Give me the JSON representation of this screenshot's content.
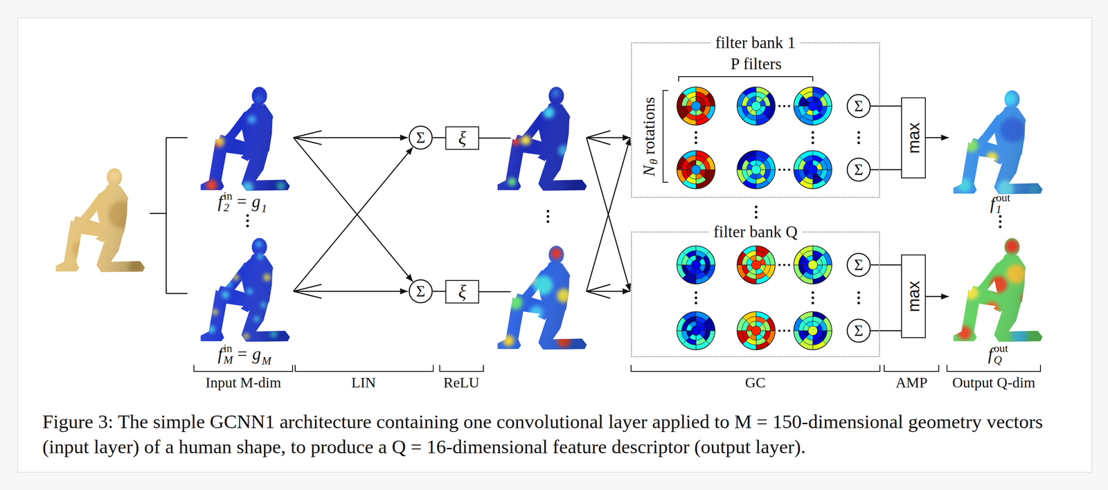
{
  "diagram": {
    "caption": "Figure 3: The simple GCNN1 architecture containing one convolutional layer applied to M = 150-dimensional geometry vectors (input layer) of a human shape, to produce a Q = 16-dimensional feature descriptor (output layer).",
    "nodes": [
      {
        "text": [
          "Σ"
        ]
      },
      {
        "text": [
          "ξ"
        ]
      },
      {
        "text": [
          "Σ"
        ]
      },
      {
        "text": [
          "ξ"
        ]
      },
      {
        "text": [
          "filter bank 1"
        ]
      },
      {
        "text": [
          "Σ"
        ],
        "in": 4
      },
      {
        "text": [
          "Σ"
        ],
        "in": 4
      },
      {
        "text": [
          "filter bank Q"
        ]
      },
      {
        "text": [
          "Σ"
        ],
        "in": 7
      },
      {
        "text": [
          "Σ"
        ],
        "in": 7
      },
      {
        "text": [
          "max"
        ]
      },
      {
        "text": [
          "max"
        ]
      }
    ],
    "edges": [
      {
        "from": 0,
        "to": 1,
        "arrow": "none"
      },
      {
        "from": 2,
        "to": 3,
        "arrow": "none"
      },
      {
        "from": 5,
        "to": 10,
        "arrow": "none"
      },
      {
        "from": 6,
        "to": 10,
        "arrow": "none"
      },
      {
        "from": 8,
        "to": 11,
        "arrow": "none"
      },
      {
        "from": 9,
        "to": 11,
        "arrow": "none"
      }
    ],
    "labels": [
      "f",
      "in",
      "2",
      "= g",
      "1",
      "f",
      "in",
      "M",
      "= g",
      "M",
      "f",
      "out",
      "1",
      "f",
      "out",
      "Q",
      "P filters",
      "N",
      "θ",
      "rotations",
      "Input M-dim",
      "LIN",
      "ReLU",
      "GC",
      "AMP",
      "Output Q-dim"
    ]
  }
}
